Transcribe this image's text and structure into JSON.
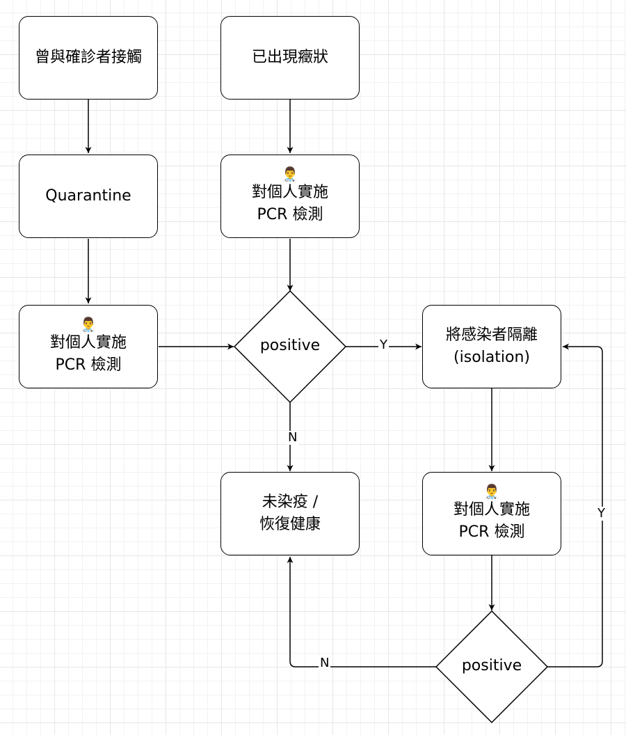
{
  "nodes": {
    "contact": {
      "label": "曾與確診者接觸"
    },
    "symptom": {
      "label": "已出現癥狀"
    },
    "quarantine": {
      "label": "Quarantine"
    },
    "pcr_top": {
      "icon": "👨‍⚕️",
      "line1": "對個人實施",
      "line2": "PCR 檢測"
    },
    "pcr_left": {
      "icon": "👨‍⚕️",
      "line1": "對個人實施",
      "line2": "PCR 檢測"
    },
    "decision_1": {
      "label": "positive"
    },
    "isolation": {
      "line1": "將感染者隔離",
      "line2": "(isolation)"
    },
    "recovered": {
      "line1": "未染疫 /",
      "line2": "恢復健康"
    },
    "pcr_right": {
      "icon": "👨‍⚕️",
      "line1": "對個人實施",
      "line2": "PCR 檢測"
    },
    "decision_2": {
      "label": "positive"
    }
  },
  "edge_labels": {
    "d1_yes": "Y",
    "d1_no": "N",
    "d2_yes": "Y",
    "d2_no": "N"
  }
}
